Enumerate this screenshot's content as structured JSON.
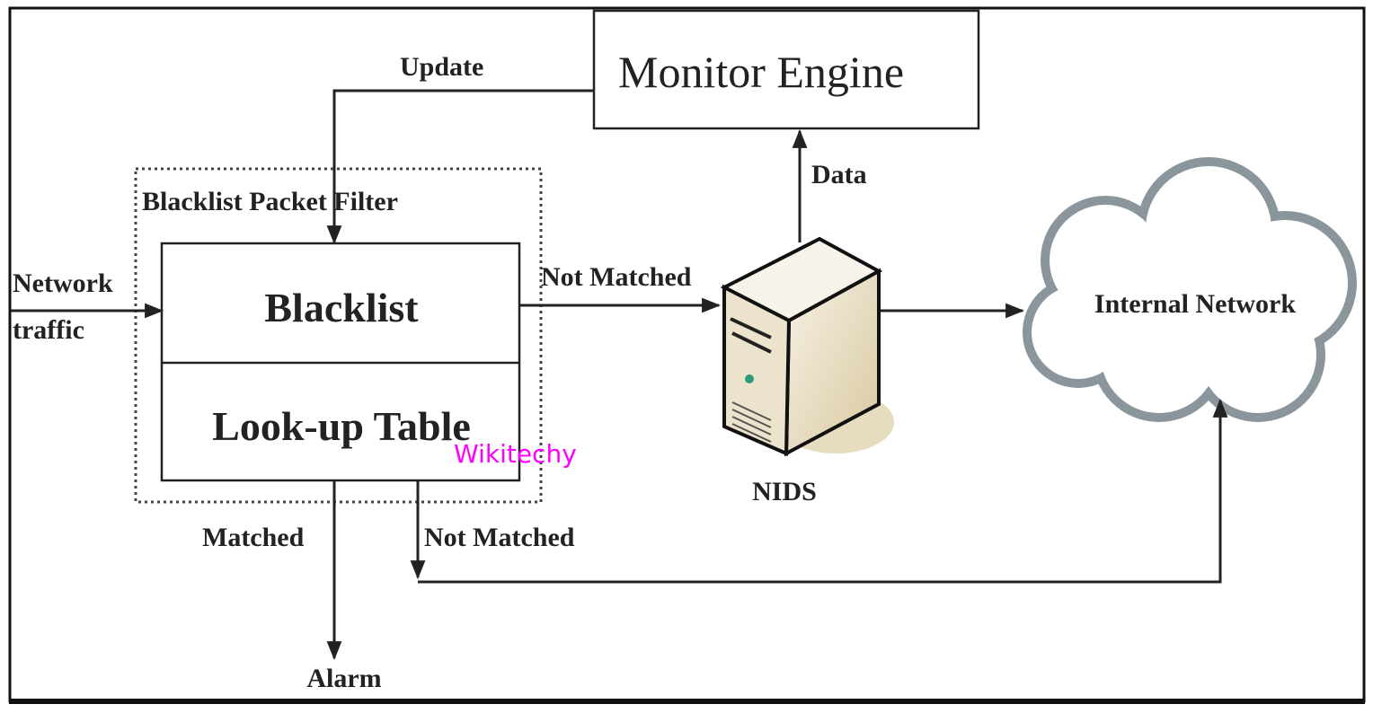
{
  "diagram": {
    "monitor_engine": "Monitor Engine",
    "update_label": "Update",
    "filter_label": "Blacklist Packet Filter",
    "blacklist": "Blacklist",
    "lookup_table": "Look-up Table",
    "network_traffic_line1": "Network",
    "network_traffic_line2": "traffic",
    "not_matched_top": "Not Matched",
    "data_label": "Data",
    "nids_label": "NIDS",
    "internal_network": "Internal Network",
    "matched_label": "Matched",
    "not_matched_bottom": "Not Matched",
    "alarm_label": "Alarm",
    "watermark": "Wikitechy"
  },
  "colors": {
    "cloud_stroke": "#8a969c",
    "server_body": "#e9dfc6",
    "server_led": "#2a9a7a",
    "watermark": "#ff00ff"
  }
}
